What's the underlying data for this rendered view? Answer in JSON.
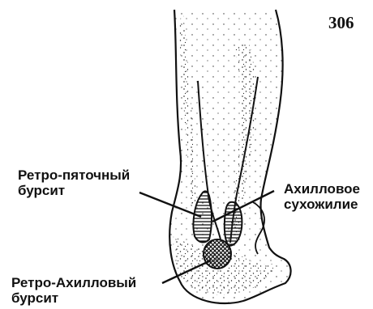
{
  "figure_number": "306",
  "labels": {
    "retrocalcaneal": [
      "Ретро-пяточный",
      "бурсит"
    ],
    "achilles_tendon": [
      "Ахилловое",
      "сухожилие"
    ],
    "retroachilles": [
      "Ретро-Ахилловый",
      "бурсит"
    ]
  },
  "colors": {
    "ink": "#111111",
    "paper": "#ffffff"
  }
}
